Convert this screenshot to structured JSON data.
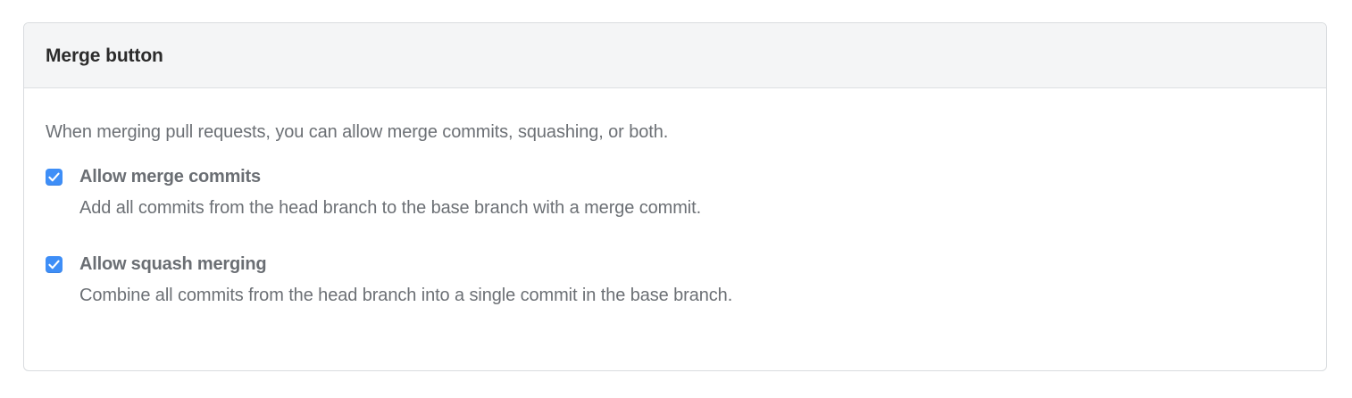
{
  "card": {
    "title": "Merge button",
    "intro": "When merging pull requests, you can allow merge commits, squashing, or both.",
    "options": [
      {
        "label": "Allow merge commits",
        "description": "Add all commits from the head branch to the base branch with a merge commit.",
        "checked": true,
        "checkbox_icon": "checkmark-icon"
      },
      {
        "label": "Allow squash merging",
        "description": "Combine all commits from the head branch into a single commit in the base branch.",
        "checked": true,
        "checkbox_icon": "checkmark-icon"
      }
    ]
  },
  "colors": {
    "checkbox_accent": "#3e8ef7",
    "header_background": "#f4f5f6",
    "card_border": "#d9dcdf",
    "title_text": "#2b2b2b",
    "body_text": "#6c7075"
  }
}
